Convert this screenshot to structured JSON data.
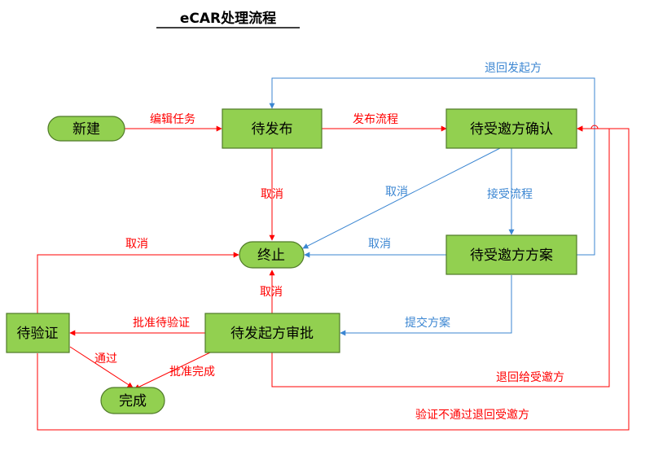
{
  "title": "eCAR处理流程",
  "colors": {
    "node_fill": "#92D050",
    "node_stroke": "#4F7A28",
    "red": "#FF0000",
    "blue": "#3B86D2"
  },
  "nodes": {
    "new": "新建",
    "pending_publish": "待发布",
    "pending_invitee_confirm": "待受邀方确认",
    "terminated": "终止",
    "pending_invitee_plan": "待受邀方方案",
    "pending_verify": "待验证",
    "pending_initiator_approve": "待发起方审批",
    "done": "完成"
  },
  "labels": {
    "edit_task": "编辑任务",
    "publish_flow": "发布流程",
    "return_initiator": "退回发起方",
    "cancel_publish": "取消",
    "cancel_confirm": "取消",
    "accept_flow": "接受流程",
    "cancel_plan": "取消",
    "cancel_verify": "取消",
    "cancel_approve": "取消",
    "submit_plan": "提交方案",
    "approve_to_verify": "批准待验证",
    "pass": "通过",
    "approve_done": "批准完成",
    "return_invitee": "退回给受邀方",
    "verify_fail_return": "验证不通过退回受邀方"
  }
}
